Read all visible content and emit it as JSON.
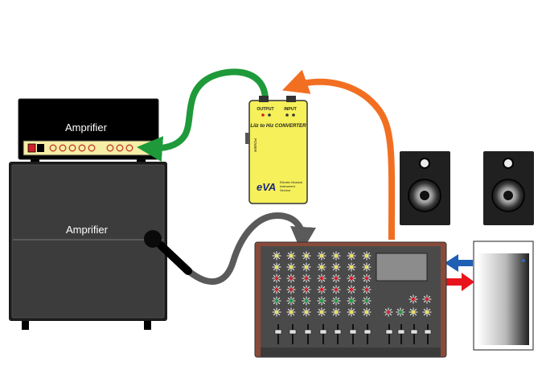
{
  "amp_head": {
    "label": "Amprifier"
  },
  "amp_cabinet": {
    "label": "Amprifier"
  },
  "converter": {
    "output_label": "OUTPUT",
    "input_label": "INPUT",
    "title": "Lilz to Hiz CONVERTER",
    "brand": "eVA",
    "brand_sub": [
      "Electric Musical",
      "Instrument",
      "Service"
    ],
    "side_label": "POWER"
  },
  "cables": [
    {
      "name": "converter-to-amp-cable",
      "color": "#1e9a3a"
    },
    {
      "name": "mixer-to-converter-cable",
      "color": "#f26f22"
    },
    {
      "name": "mic-to-mixer-cable",
      "color": "#5a5a5a"
    },
    {
      "name": "computer-to-mixer-cable",
      "color": "#1f5fb4"
    },
    {
      "name": "mixer-to-computer-cable",
      "color": "#e8141b"
    }
  ],
  "colors": {
    "amp_panel": "#f6eea6",
    "converter_body": "#f6f05a",
    "mixer_body": "#8a4a3a",
    "mixer_panel": "#4a4a4a",
    "speaker": "#202020"
  }
}
